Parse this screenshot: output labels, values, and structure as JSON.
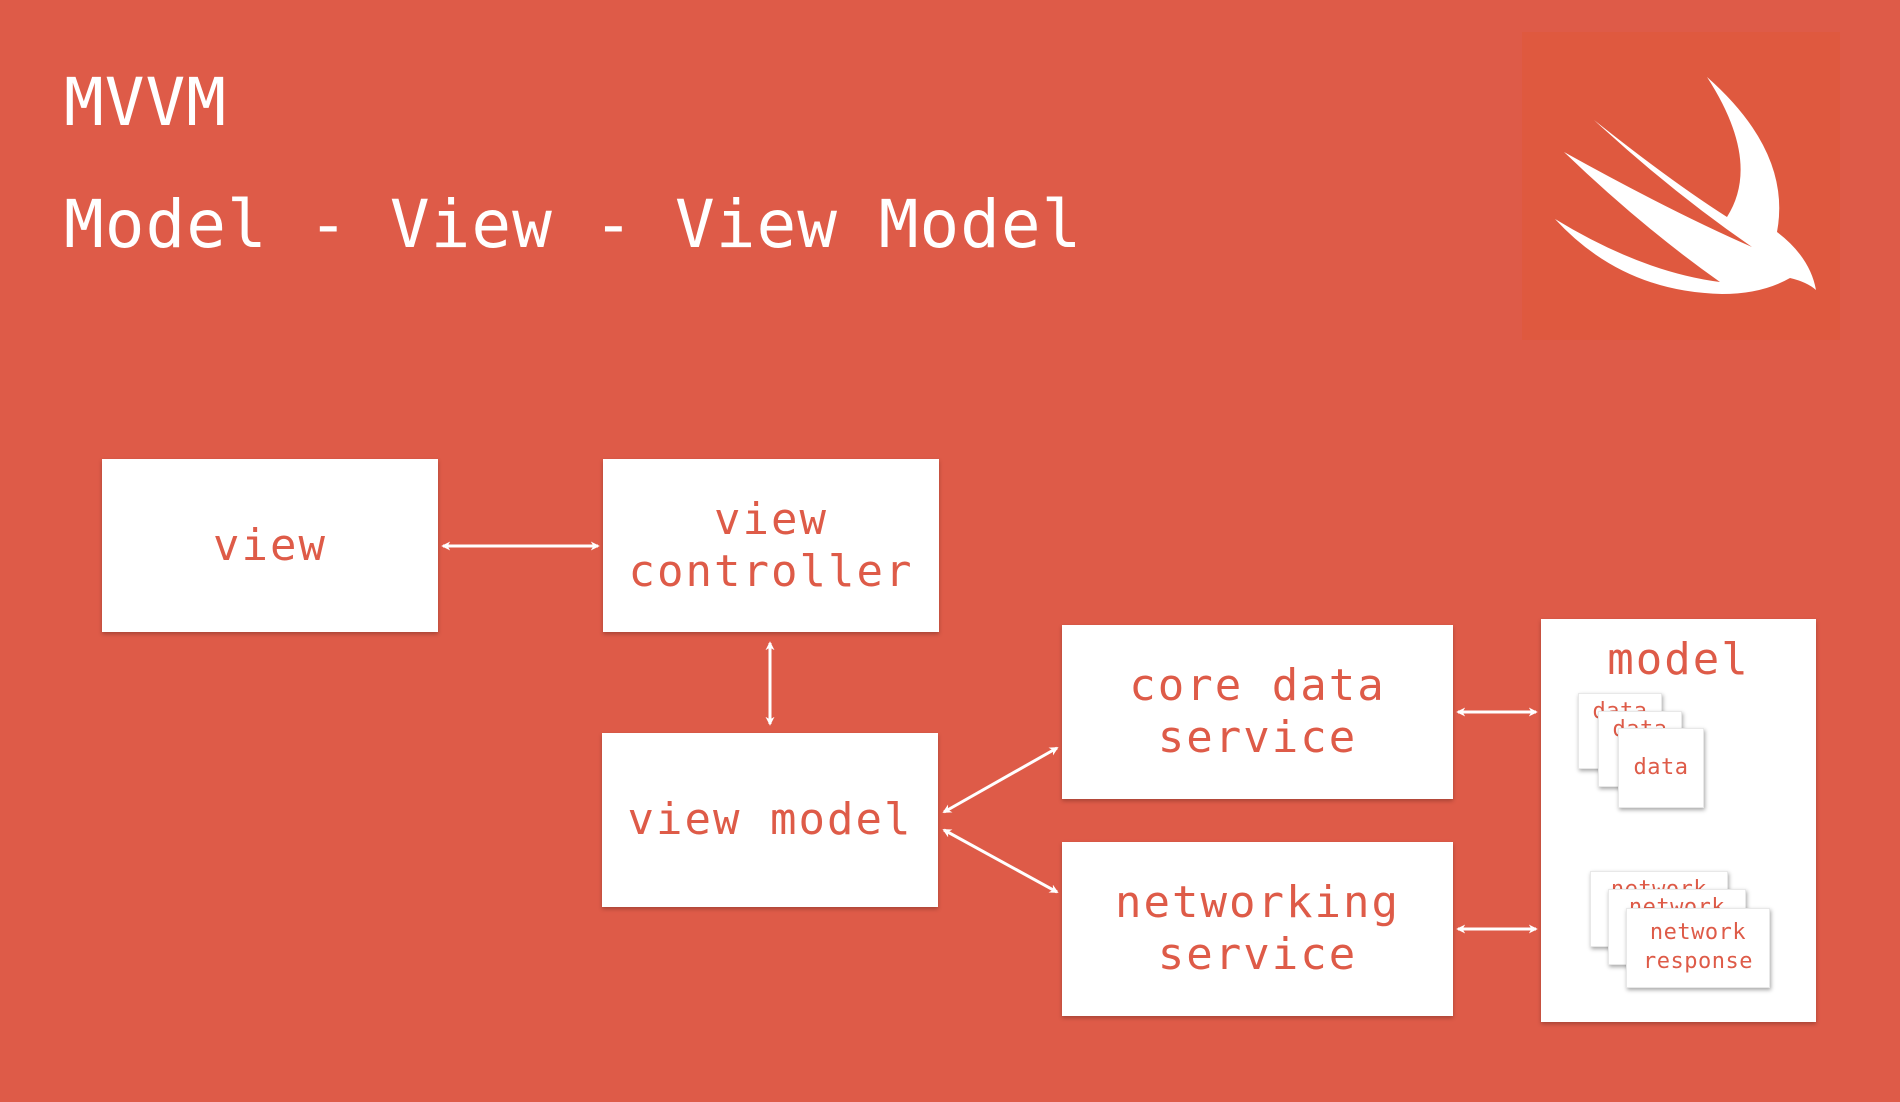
{
  "header": {
    "acronym": "MVVM",
    "expansion": "Model - View - View Model"
  },
  "logo": {
    "icon": "swift-bird-icon"
  },
  "diagram": {
    "view": "view",
    "view_controller": [
      "view",
      "controller"
    ],
    "view_model": "view model",
    "core_data_service": [
      "core data",
      "service"
    ],
    "networking_service": [
      "networking",
      "service"
    ],
    "model": {
      "title": "model",
      "data_card": "data",
      "network_response_card": [
        "network",
        "response"
      ]
    }
  },
  "colors": {
    "background": "#DE5B48",
    "box": "#FFFFFF",
    "box_text": "#DE5B48"
  }
}
